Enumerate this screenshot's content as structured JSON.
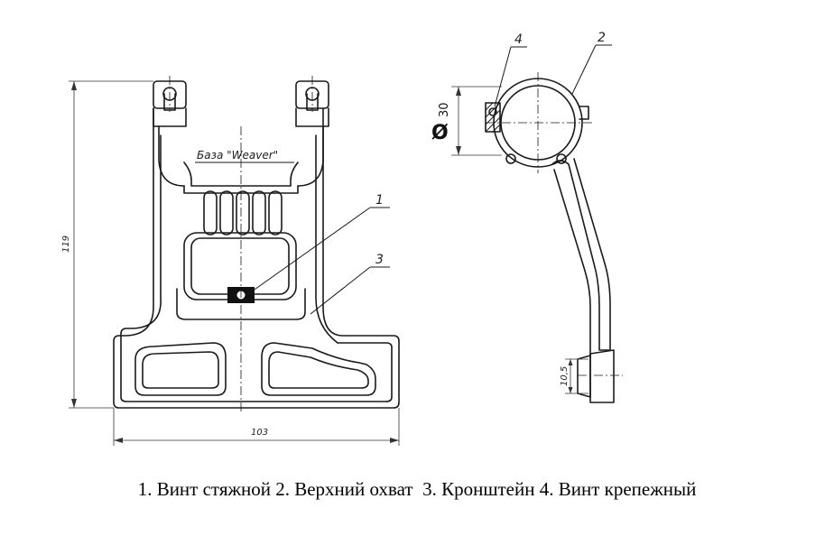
{
  "drawing": {
    "front_view": {
      "base_label": "База \"Weaver\"",
      "height_dim": "119",
      "width_dim": "103",
      "callouts": [
        "1",
        "3"
      ]
    },
    "side_view": {
      "diameter_symbol": "Ø",
      "diameter_value": "30",
      "thickness_dim": "10,5",
      "callouts": [
        "4",
        "2"
      ]
    }
  },
  "caption": "1. Винт стяжной 2. Верхний охват  3. Кронштейн 4. Винт крепежный"
}
